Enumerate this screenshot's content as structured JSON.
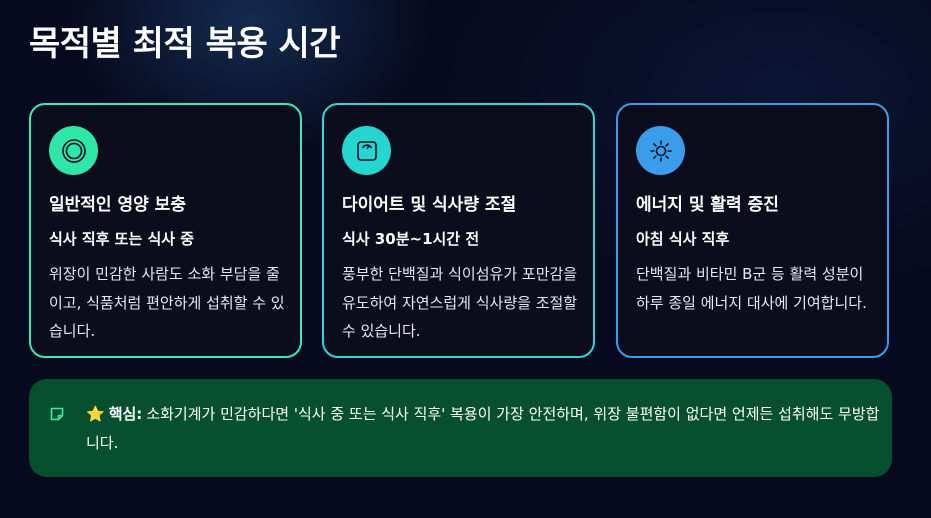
{
  "title": "목적별 최적 복용 시간",
  "cards": [
    {
      "icon": "target-icon",
      "title": "일반적인 영양 보충",
      "timing": "식사 직후 또는 식사 중",
      "description": "위장이 민감한 사람도 소화 부담을 줄이고, 식품처럼 편안하게 섭취할 수 있습니다.",
      "accent": "#3de8b2"
    },
    {
      "icon": "scale-icon",
      "title": "다이어트 및 식사량 조절",
      "timing": "식사 30분~1시간 전",
      "description": "풍부한 단백질과 식이섬유가 포만감을 유도하여 자연스럽게 식사량을 조절할 수 있습니다.",
      "accent": "#2fd8d0"
    },
    {
      "icon": "sun-icon",
      "title": "에너지 및 활력 증진",
      "timing": "아침 식사 직후",
      "description": "단백질과 비타민 B군 등 활력 성분이 하루 종일 에너지 대사에 기여합니다.",
      "accent": "#3b9bec"
    }
  ],
  "tip": {
    "icon": "note-icon",
    "emoji": "⭐",
    "label": "핵심:",
    "text": "소화기계가 민감하다면 '식사 중 또는 식사 직후' 복용이 가장 안전하며, 위장 불편함이 없다면 언제든 섭취해도 무방합니다."
  }
}
